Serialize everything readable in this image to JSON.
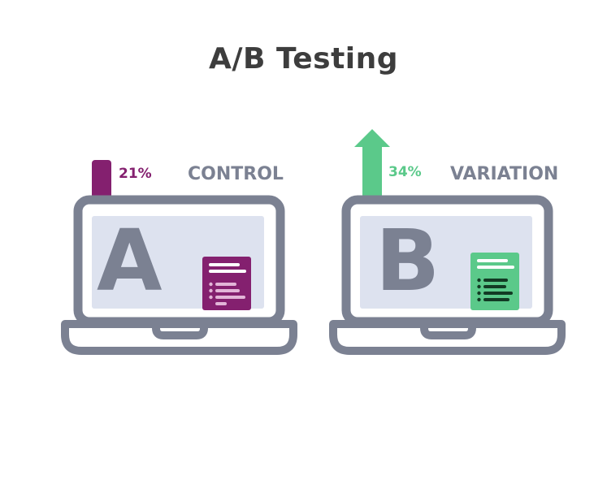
{
  "title": "A/B Testing",
  "colors": {
    "frame": "#7b8192",
    "screen": "#dde2ef",
    "control": "#84206f",
    "variation": "#5bc98a",
    "title": "#3d3d3d"
  },
  "control": {
    "letter": "A",
    "label": "CONTROL",
    "percent": "21%",
    "indicator": "bar-icon"
  },
  "variation": {
    "letter": "B",
    "label": "VARIATION",
    "percent": "34%",
    "indicator": "arrow-up-icon"
  }
}
